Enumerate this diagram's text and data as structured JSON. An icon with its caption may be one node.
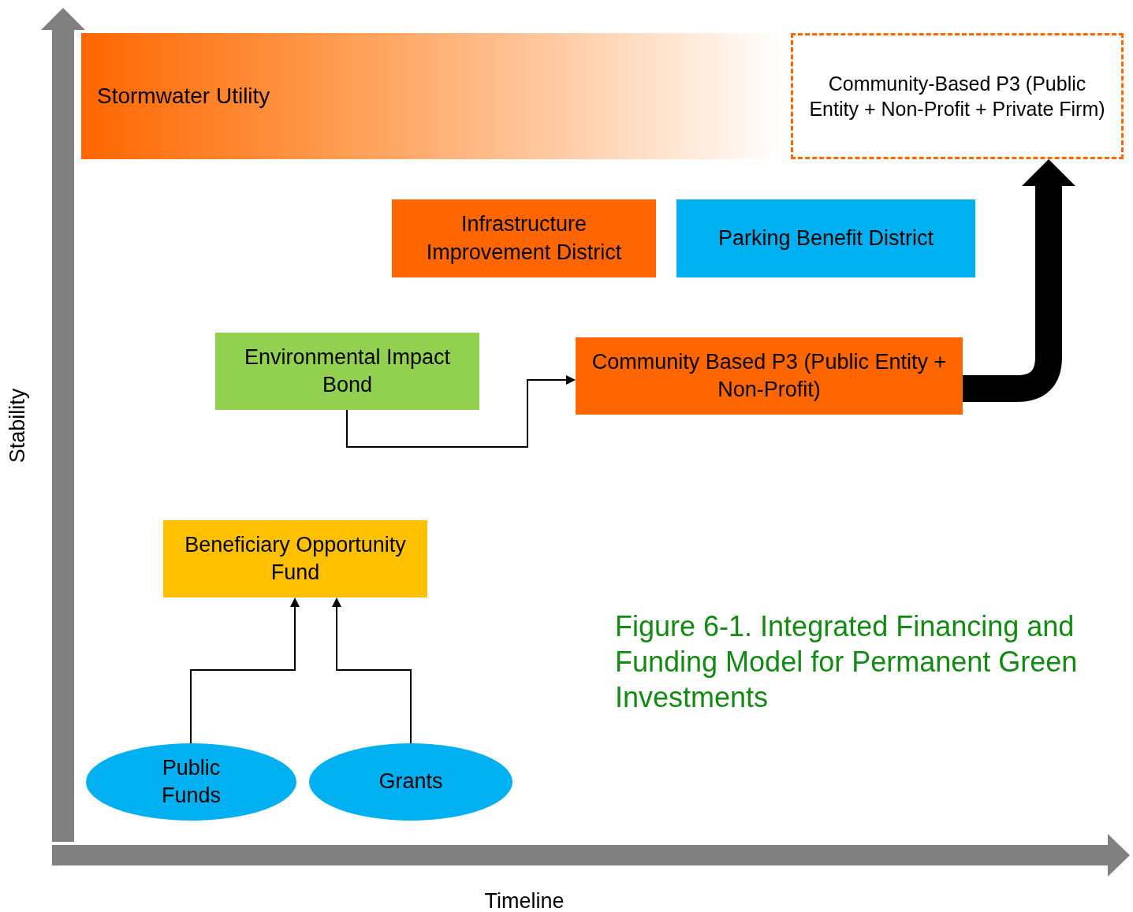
{
  "diagram": {
    "caption": "Figure 6-1. Integrated Financing and Funding Model for Permanent Green Investments",
    "nodes": [
      {
        "text": [
          "Stormwater Utility"
        ]
      },
      {
        "text": [
          "Community-Based P3 (Public Entity + Non-Profit + Private Firm)"
        ]
      },
      {
        "text": [
          "Infrastructure Improvement District"
        ]
      },
      {
        "text": [
          "Parking Benefit District"
        ]
      },
      {
        "text": [
          "Environmental Impact Bond"
        ]
      },
      {
        "text": [
          "Community Based P3 (Public Entity + Non-Profit)"
        ]
      },
      {
        "text": [
          "Beneficiary Opportunity Fund"
        ]
      },
      {
        "text": [
          "Public Funds"
        ]
      },
      {
        "text": [
          "Grants"
        ]
      }
    ],
    "edges": [
      {
        "from": 4,
        "to": 5,
        "arrow": "to"
      },
      {
        "from": 5,
        "to": 1,
        "arrow": "to",
        "style": "thick"
      },
      {
        "from": 7,
        "to": 6,
        "arrow": "to"
      },
      {
        "from": 8,
        "to": 6,
        "arrow": "to"
      }
    ],
    "labels": [
      "Stability",
      "Timeline"
    ]
  }
}
